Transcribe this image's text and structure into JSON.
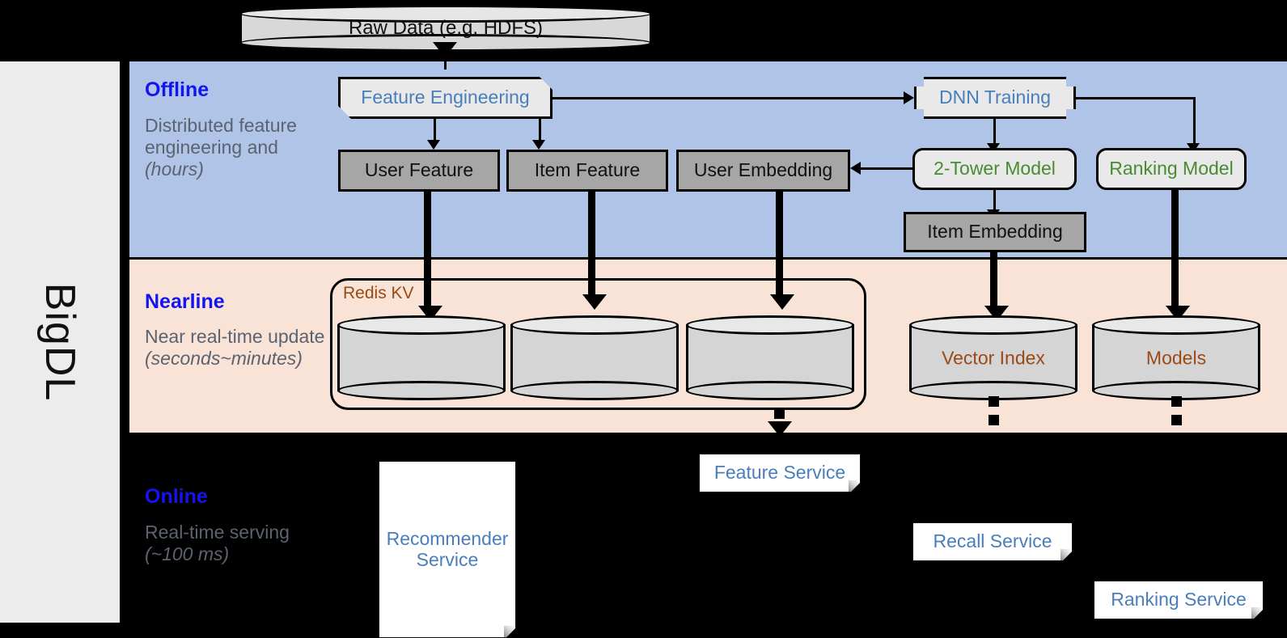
{
  "sidebar": {
    "label": "BigDL"
  },
  "bands": [
    {
      "id": "offline",
      "title": "Offline",
      "subtitle": "Distributed feature engineering and ",
      "subtitle_italic": "(hours)"
    },
    {
      "id": "nearline",
      "title": "Nearline",
      "subtitle": "Near real-time update ",
      "subtitle_italic": "(seconds~minutes)"
    },
    {
      "id": "online",
      "title": "Online",
      "subtitle": "Real-time serving ",
      "subtitle_italic": "(~100 ms)"
    }
  ],
  "nodes": {
    "raw_data": "Raw Data (e.g. HDFS)",
    "feature_engineering": "Feature Engineering",
    "dnn_training": "DNN Training",
    "user_feature": "User Feature",
    "item_feature": "Item Feature",
    "user_embedding": "User Embedding",
    "two_tower_model": "2-Tower Model",
    "ranking_model": "Ranking Model",
    "item_embedding": "Item Embedding",
    "redis_kv": "Redis KV",
    "vector_index": "Vector Index",
    "models": "Models",
    "feature_service": "Feature Service",
    "recommender_service": "Recommender Service",
    "recall_service": "Recall Service",
    "ranking_service": "Ranking Service"
  },
  "colors": {
    "offline_band": "#b0c4e8",
    "nearline_band": "#f9e3d6",
    "online_band": "#000000",
    "band_title": "#1414f0",
    "band_subtitle": "#5b6270",
    "blue_text": "#4a7ebb",
    "green_text": "#4a8a32",
    "brown_text": "#9a4a16",
    "gray_box": "#a6a6a6",
    "sidebar": "#ececec"
  }
}
